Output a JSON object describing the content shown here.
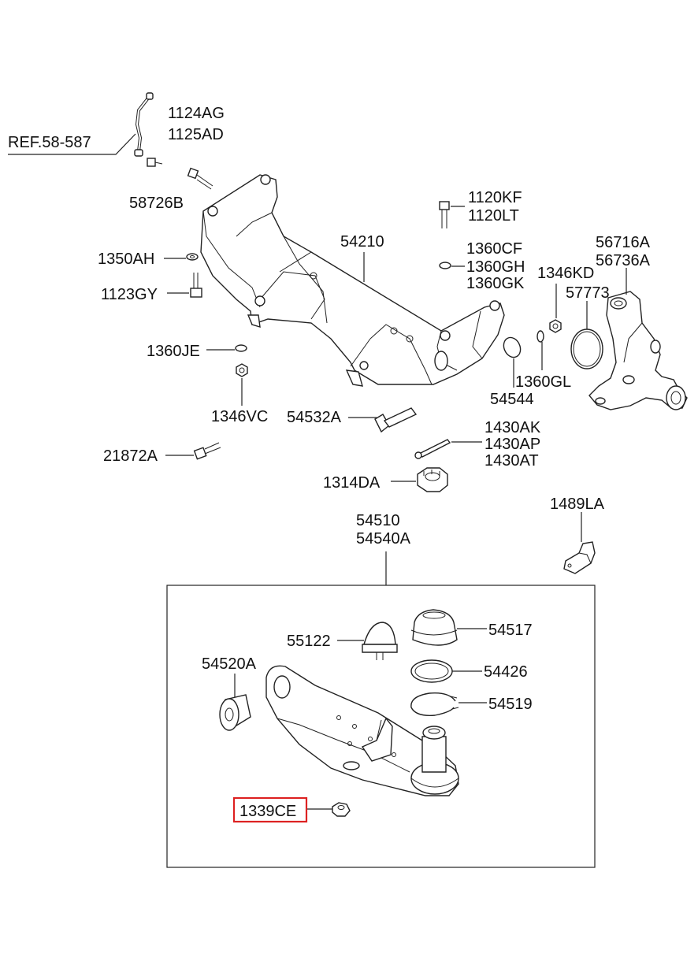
{
  "diagram": {
    "ref_label": "REF.58-587",
    "labels": {
      "l1124AG": "1124AG",
      "l1125AD": "1125AD",
      "l58726B": "58726B",
      "l1120KF": "1120KF",
      "l1120LT": "1120LT",
      "l54210": "54210",
      "l1350AH": "1350AH",
      "l1360CF": "1360CF",
      "l1360GH": "1360GH",
      "l1360GK": "1360GK",
      "l56716A": "56716A",
      "l56736A": "56736A",
      "l1346KD": "1346KD",
      "l1123GY": "1123GY",
      "l57773": "57773",
      "l1360JE": "1360JE",
      "l1360GL": "1360GL",
      "l1346VC": "1346VC",
      "l54544": "54544",
      "l54532A": "54532A",
      "l1430AK": "1430AK",
      "l1430AP": "1430AP",
      "l1430AT": "1430AT",
      "l21872A": "21872A",
      "l1314DA": "1314DA",
      "l54510": "54510",
      "l54540A": "54540A",
      "l1489LA": "1489LA",
      "l55122": "55122",
      "l54517": "54517",
      "l54520A": "54520A",
      "l54426": "54426",
      "l54519": "54519",
      "l1339CE": "1339CE"
    },
    "highlight_color": "#dd2222",
    "line_color": "#222222"
  }
}
